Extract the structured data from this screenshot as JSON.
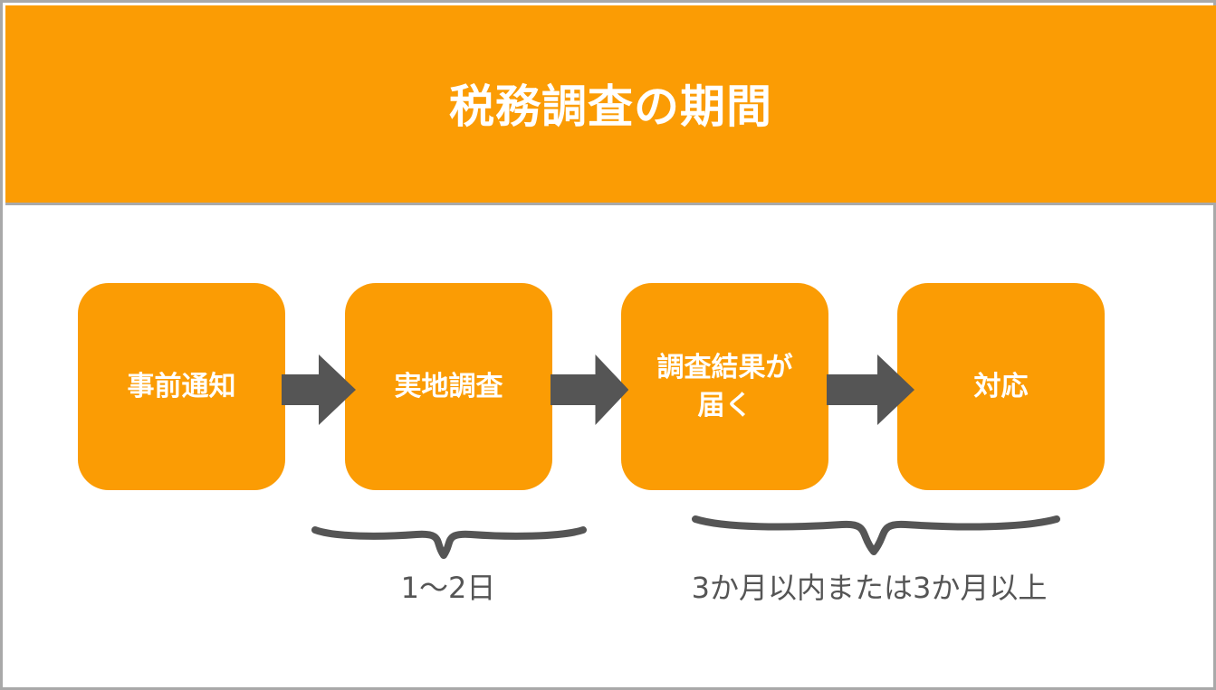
{
  "title": "税務調査の期間",
  "colors": {
    "header": "#fb9c04",
    "step": "#fb9c04",
    "arrow": "#555555",
    "brace": "#555555",
    "text_light": "#ffffff",
    "text_dark": "#555555",
    "border": "#a9a9a9"
  },
  "steps": [
    {
      "label": "事前通知"
    },
    {
      "label": "実地調査"
    },
    {
      "label": "調査結果が\n届く"
    },
    {
      "label": "対応"
    }
  ],
  "durations": [
    {
      "label": "1〜2日"
    },
    {
      "label": "3か月以内または3か月以上"
    }
  ]
}
